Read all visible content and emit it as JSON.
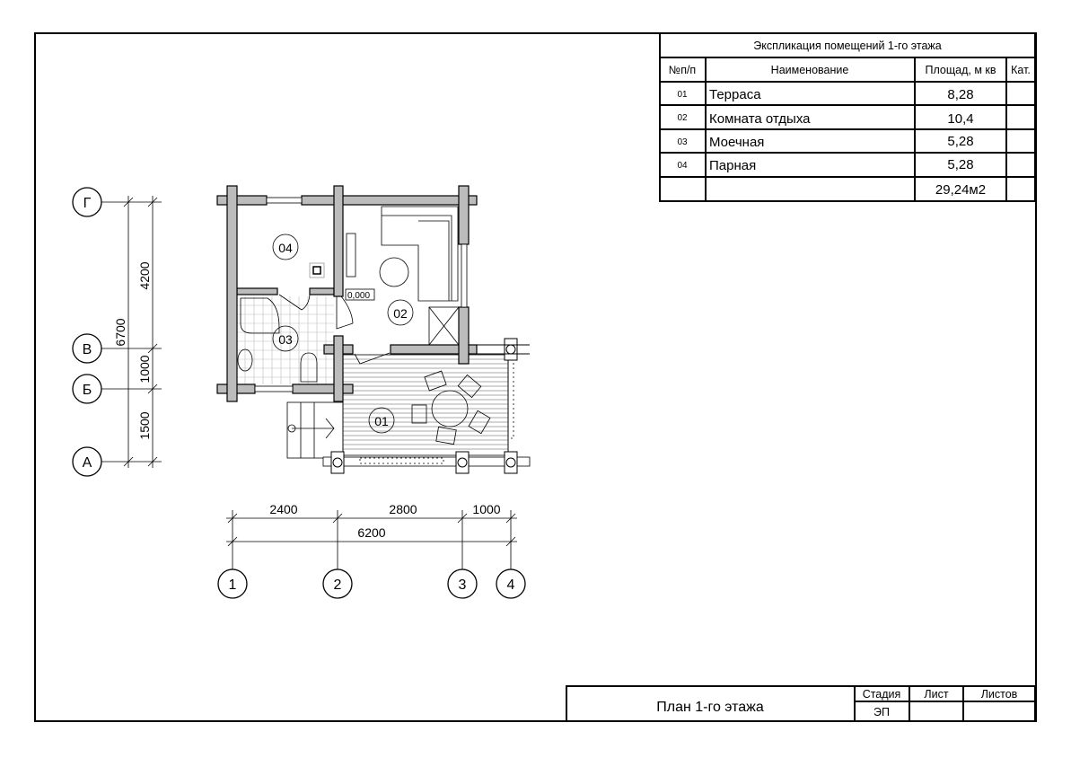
{
  "explication": {
    "title": "Экспликация помещений 1-го этажа",
    "headers": [
      "№п/п",
      "Наименование",
      "Площад, м кв",
      "Кат."
    ],
    "rows": [
      {
        "num": "01",
        "name": "Терраса",
        "area": "8,28",
        "cat": ""
      },
      {
        "num": "02",
        "name": "Комната отдыха",
        "area": "10,4",
        "cat": ""
      },
      {
        "num": "03",
        "name": "Моечная",
        "area": "5,28",
        "cat": ""
      },
      {
        "num": "04",
        "name": "Парная",
        "area": "5,28",
        "cat": ""
      }
    ],
    "total": "29,24м2"
  },
  "plan": {
    "rooms": [
      "01",
      "02",
      "03",
      "04"
    ],
    "level_mark": "0,000",
    "axes_columns": [
      "1",
      "2",
      "3",
      "4"
    ],
    "axes_rows": [
      "Г",
      "В",
      "Б",
      "А"
    ],
    "dims_horizontal": [
      "2400",
      "2800",
      "1000"
    ],
    "dim_total_horizontal": "6200",
    "dims_vertical": [
      "4200",
      "1000",
      "1500"
    ],
    "dim_total_vertical": "6700"
  },
  "title_block": {
    "sheet_title": "План 1-го этажа",
    "stage_label": "Стадия",
    "sheet_label": "Лист",
    "sheets_label": "Листов",
    "stage_value": "ЭП"
  }
}
